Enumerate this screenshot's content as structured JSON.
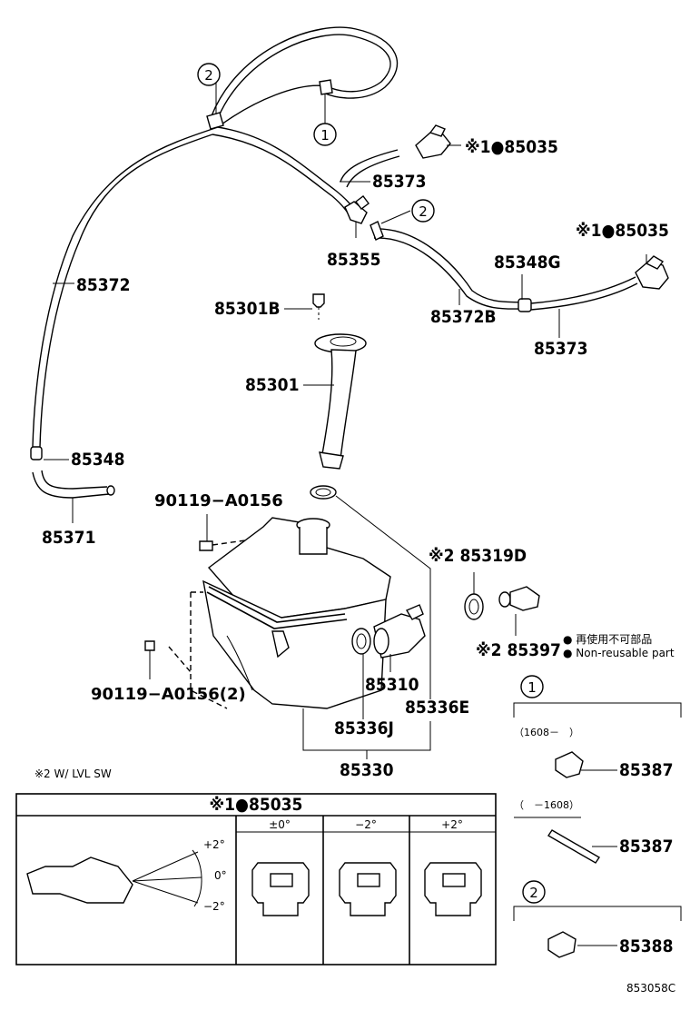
{
  "labels": {
    "p85035_top": "※1●85035",
    "p85373_a": "85373",
    "p85355": "85355",
    "p85035_right": "※1●85035",
    "p85348G": "85348G",
    "p85372": "85372",
    "p85301B": "85301B",
    "p85372B": "85372B",
    "p85373_b": "85373",
    "p85301": "85301",
    "p85348": "85348",
    "p85371": "85371",
    "p90119_a": "90119−A0156",
    "p85319D": "※2 85319D",
    "p85397": "※2 85397",
    "p85310": "85310",
    "p85336E": "85336E",
    "p90119_b": "90119−A0156(2)",
    "p85336J": "85336J",
    "p85330": "85330",
    "p85387_a": "85387",
    "p85387_b": "85387",
    "p85388": "85388"
  },
  "callouts": {
    "c1": "1",
    "c2": "2"
  },
  "legend": {
    "non_reusable_jp": "● 再使用不可部品",
    "non_reusable_en": "● Non-reusable part"
  },
  "notes": {
    "lvl_sw": "※2 W/ LVL SW",
    "range_new": "（1608－　）",
    "range_old": "（　－1608）"
  },
  "inset_table": {
    "title": "※1●85035",
    "headers": [
      "±0°",
      "−2°",
      "+2°"
    ],
    "angle_plus": "+2°",
    "angle_zero": "0°",
    "angle_minus": "−2°"
  },
  "figure_code": "853058C"
}
